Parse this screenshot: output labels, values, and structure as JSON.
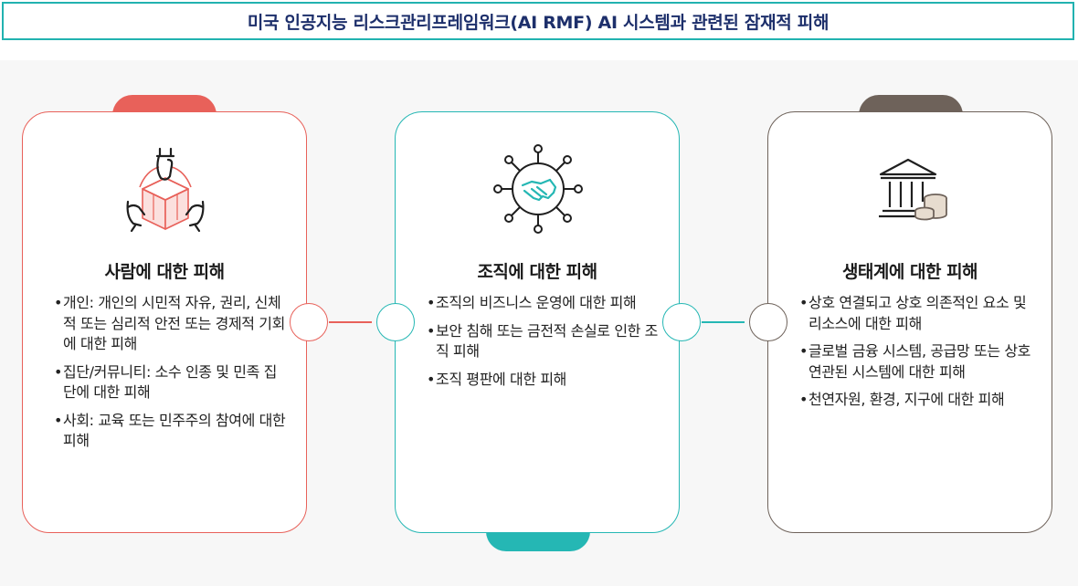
{
  "title": "미국 인공지능 리스크관리프레임워크(AI RMF) AI 시스템과 관련된 잠재적 피해",
  "colors": {
    "people": "#e8615a",
    "org": "#25b7b4",
    "eco": "#6e625a",
    "title_border": "#21b2b0",
    "title_text": "#1d2f6b"
  },
  "cards": [
    {
      "title": "사람에 대한 피해",
      "icon": "people-hands-icon",
      "bullets": [
        "개인: 개인의 시민적 자유, 권리, 신체적 또는 심리적 안전 또는 경제적 기회에 대한 피해",
        "집단/커뮤니티: 소수 인종 및 민족 집단에 대한 피해",
        "사회: 교육 또는 민주주의 참여에 대한 피해"
      ]
    },
    {
      "title": "조직에 대한 피해",
      "icon": "handshake-network-icon",
      "bullets": [
        "조직의 비즈니스 운영에 대한 피해",
        "보안 침해 또는 금전적 손실로 인한 조직 피해",
        "조직 평판에 대한 피해"
      ]
    },
    {
      "title": "생태계에 대한 피해",
      "icon": "bank-coins-icon",
      "bullets": [
        "상호 연결되고 상호 의존적인 요소 및 리소스에 대한 피해",
        "글로벌 금융 시스템, 공급망 또는 상호 연관된 시스템에 대한 피해",
        "천연자원, 환경, 지구에 대한 피해"
      ]
    }
  ]
}
